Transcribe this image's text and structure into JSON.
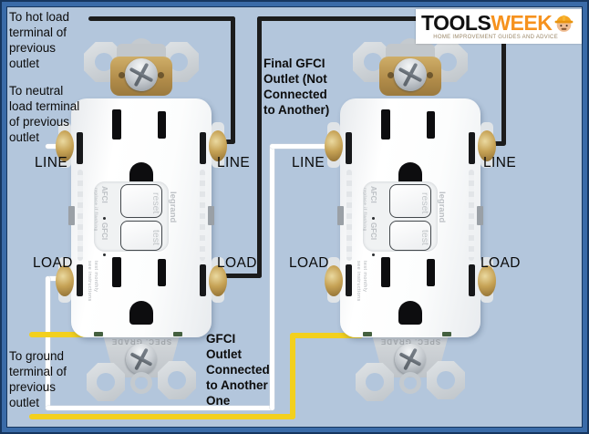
{
  "colors": {
    "bg": "#b3c6dc",
    "border_blue": "#3a6ba8",
    "border_navy": "#16365f",
    "hot": "#1c1c1c",
    "neutral": "#ffffff",
    "ground": "#f3d01e",
    "accent_orange": "#f6921e"
  },
  "logo": {
    "brand_black": "TOOLS",
    "brand_orange": "WEEK",
    "tagline": "HOME IMPROVEMENT GUIDES AND ADVICE"
  },
  "labels": {
    "to_hot": "To hot load\nterminal of\nprevious\noutlet",
    "to_neutral": "To neutral\nload terminal\nof previous\noutlet",
    "to_ground": "To ground\nterminal of\nprevious\noutlet",
    "final_outlet": "Final GFCI\nOutlet (Not\nConnected\nto Another)",
    "connected_outlet": "GFCI\nOutlet\nConnected\nto Another\nOne"
  },
  "terminals": {
    "line": "LINE",
    "load": "LOAD"
  },
  "device": {
    "reset": "reset",
    "test": "test",
    "afci": "AFCI",
    "afci_note": "replace if flashing",
    "gfci": "GFCI",
    "brand": "legrand",
    "spec_grade": "SPEC. GRADE",
    "side_note": "test monthly\nsee instructions"
  }
}
